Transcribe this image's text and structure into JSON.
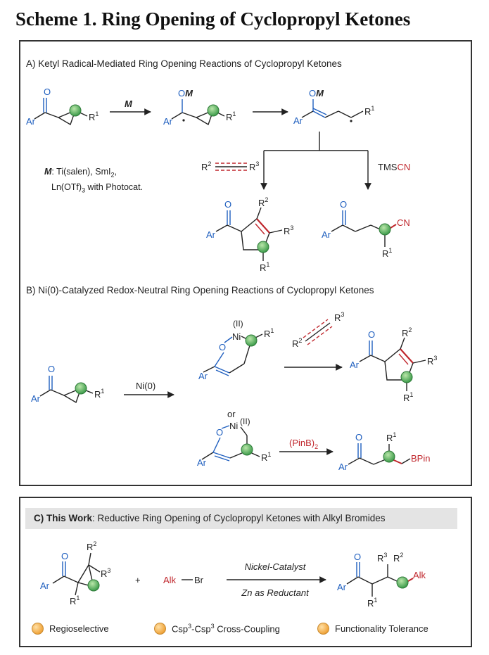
{
  "title": "Scheme 1. Ring Opening of Cyclopropyl Ketones",
  "sections": {
    "a_heading": "A) Ketyl Radical-Mediated Ring Opening Reactions of Cyclopropyl Ketones",
    "b_heading": "B) Ni(0)-Catalyzed Redox-Neutral Ring Opening Reactions of Cyclopropyl Ketones",
    "c_bold": "C) This Work",
    "c_rest": ": Reductive Ring Opening of Cyclopropyl Ketones with Alkyl Bromides"
  },
  "labels": {
    "ar": "Ar",
    "o": "O",
    "r1": "R1",
    "m": "M",
    "om": "OM",
    "ni": "Ni",
    "ni_ox": "(II)",
    "tmscn_tms": "TMS",
    "tmscn_cn": "CN",
    "cn": "CN",
    "alkyne": "R2 ≡ R3",
    "ni0": "Ni(0)",
    "or": "or",
    "pinb2": "(PinB)2",
    "bpin": "BPin",
    "alk": "Alk",
    "br": "Br",
    "plus": "+",
    "nickel_catalyst": "Nickel-Catalyst",
    "zn_reductant": "Zn as Reductant"
  },
  "m_note": {
    "line1_label": "M",
    "line1_rest": ": Ti(salen), SmI2,",
    "line2": "Ln(OTf)3 with Photocat."
  },
  "bullets": [
    "Regioselective",
    "Csp3-Csp3 Cross-Coupling",
    "Functionality Tolerance"
  ],
  "colors": {
    "blue": "#1f5fbf",
    "red": "#c0272d",
    "green": "#3c9b4a",
    "panel_border": "#333333",
    "c_bar": "#e4e4e4",
    "bullet": "#f0a53c"
  }
}
